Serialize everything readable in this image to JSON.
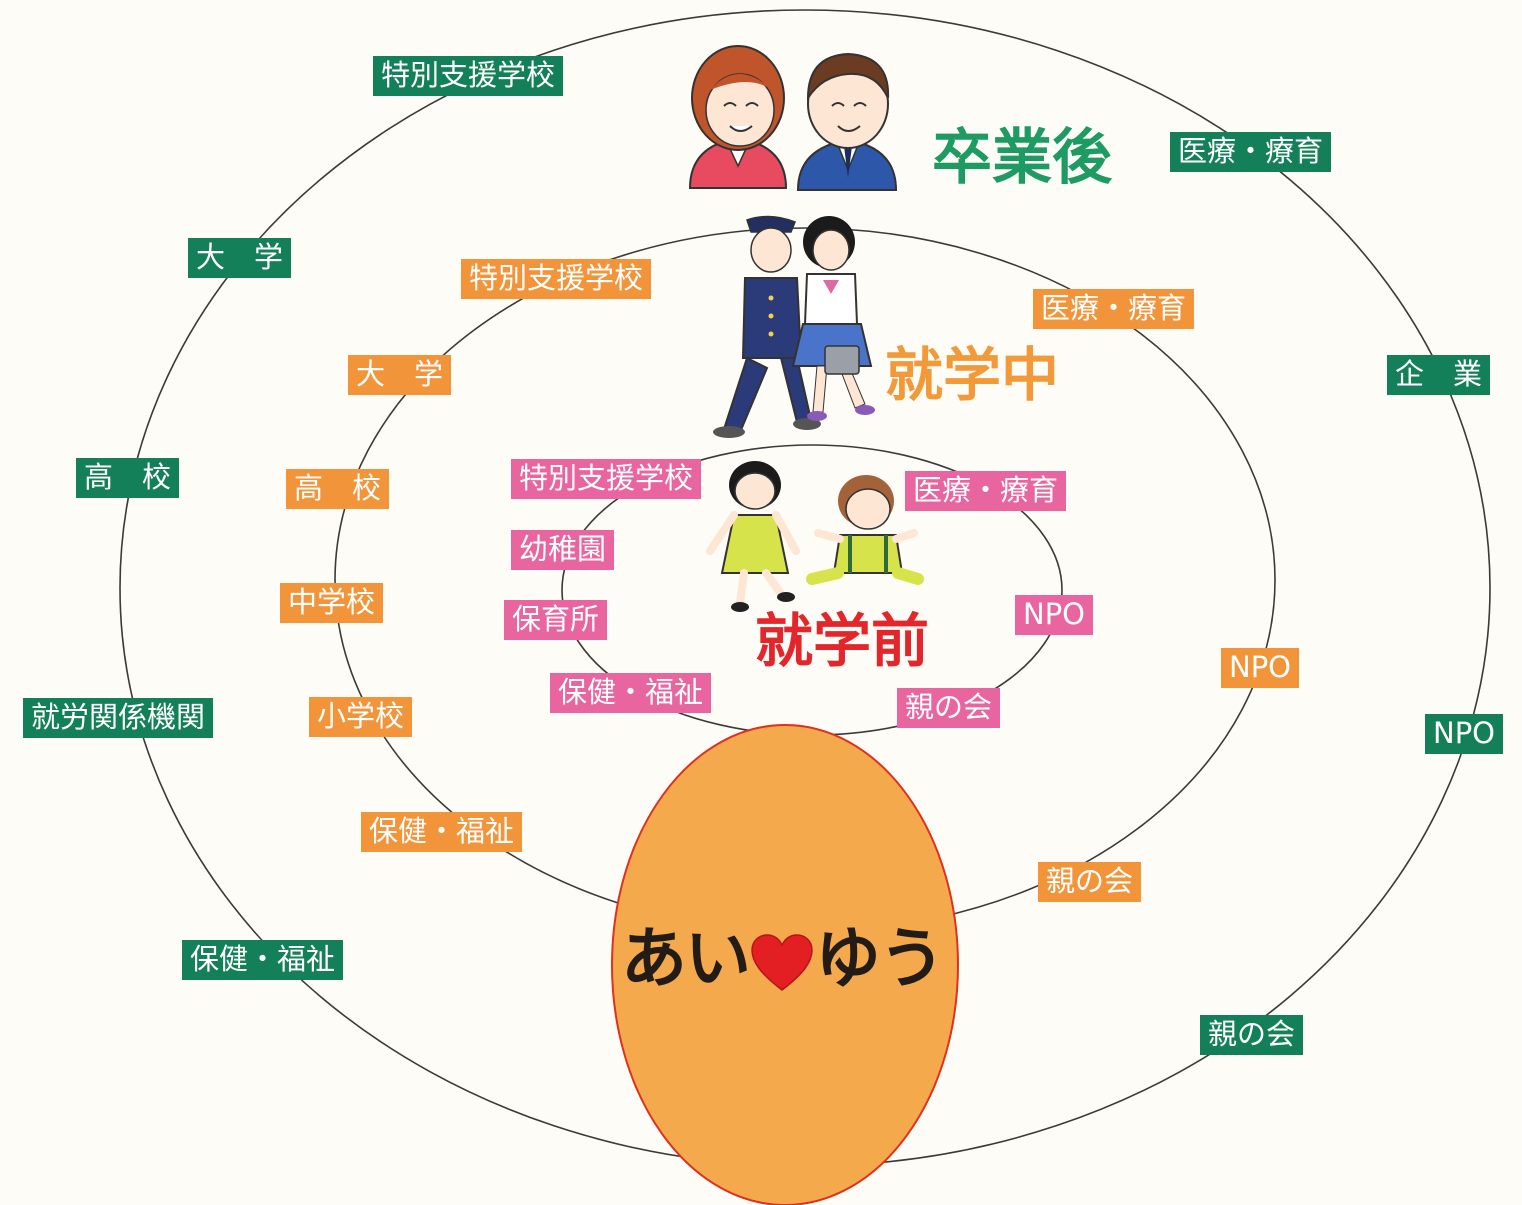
{
  "colors": {
    "green": "#14805a",
    "orange": "#f2953a",
    "pink": "#e8659f",
    "egg": "#f4a94c",
    "title_green": "#1e9a63",
    "title_orange": "#f29a3a",
    "title_red": "#e3262c",
    "heart": "#e41f23"
  },
  "stages": {
    "after_graduation": "卒業後",
    "in_school": "就学中",
    "preschool": "就学前"
  },
  "center": {
    "left": "あい",
    "heart_icon": "heart-icon",
    "right": "ゆう"
  },
  "outer_ring": {
    "special_school": "特別支援学校",
    "university": "大　学",
    "high_school": "高　校",
    "employment_agency": "就労関係機関",
    "health_welfare": "保健・福祉",
    "medical": "医療・療育",
    "company": "企　業",
    "npo": "NPO",
    "parents_group": "親の会"
  },
  "middle_ring": {
    "special_school": "特別支援学校",
    "university": "大　学",
    "high_school": "高　校",
    "junior_high": "中学校",
    "elementary": "小学校",
    "health_welfare": "保健・福祉",
    "medical": "医療・療育",
    "npo": "NPO",
    "parents_group": "親の会"
  },
  "inner_ring": {
    "special_school": "特別支援学校",
    "kindergarten": "幼稚園",
    "nursery": "保育所",
    "health_welfare": "保健・福祉",
    "medical": "医療・療育",
    "npo": "NPO",
    "parents_group": "親の会"
  },
  "illustrations": [
    "adults-illustration",
    "students-illustration",
    "children-illustration"
  ]
}
